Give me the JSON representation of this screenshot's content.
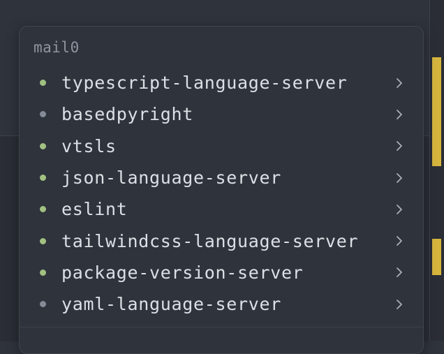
{
  "popup": {
    "title": "mail0",
    "servers": [
      {
        "name": "typescript-language-server",
        "status": "active"
      },
      {
        "name": "basedpyright",
        "status": "inactive"
      },
      {
        "name": "vtsls",
        "status": "active"
      },
      {
        "name": "json-language-server",
        "status": "active"
      },
      {
        "name": "eslint",
        "status": "active"
      },
      {
        "name": "tailwindcss-language-server",
        "status": "active"
      },
      {
        "name": "package-version-server",
        "status": "active"
      },
      {
        "name": "yaml-language-server",
        "status": "inactive"
      }
    ]
  },
  "icons": {
    "status_dot": "status-dot-icon",
    "expand": "chevron-right-icon"
  },
  "colors": {
    "active_dot": "#a1c181",
    "inactive_dot": "#858b96",
    "scrollbar_marker": "#d5b53e",
    "popup_bg": "#2f333c",
    "text": "#dce0e5"
  }
}
